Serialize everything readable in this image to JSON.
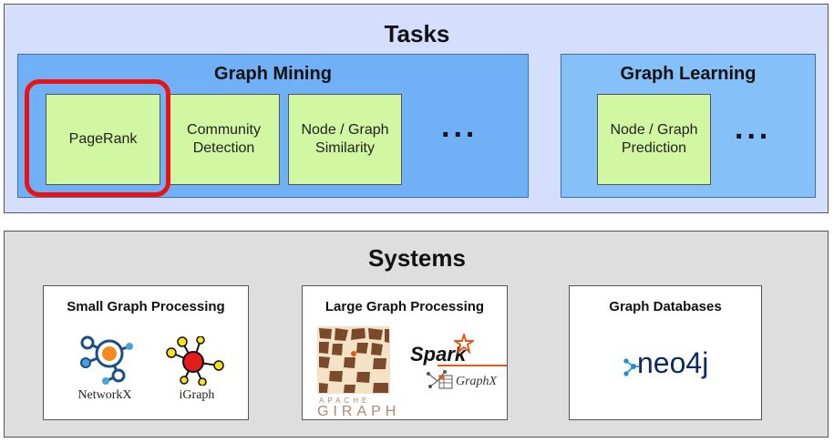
{
  "tasks": {
    "title": "Tasks",
    "graph_mining": {
      "title": "Graph Mining",
      "items": [
        "PageRank",
        "Community\nDetection",
        "Node / Graph\nSimilarity"
      ],
      "ellipsis": "..."
    },
    "graph_learning": {
      "title": "Graph Learning",
      "items": [
        "Node / Graph\nPrediction"
      ],
      "ellipsis": "..."
    }
  },
  "systems": {
    "title": "Systems",
    "small": {
      "title": "Small Graph Processing",
      "logos": [
        {
          "label": "NetworkX",
          "icon": "networkx-logo-icon"
        },
        {
          "label": "iGraph",
          "icon": "igraph-logo-icon"
        }
      ]
    },
    "large": {
      "title": "Large Graph Processing",
      "giraph_small": "APACHE",
      "giraph_big": "GIRAPH",
      "spark": "Spark",
      "graphx": "GraphX"
    },
    "databases": {
      "title": "Graph Databases",
      "neo4j": "neo4j"
    }
  },
  "colors": {
    "tasks_bg": "#d5defd",
    "mining_bg": "#6fb0f6",
    "learning_bg": "#86c0f8",
    "task_box_bg": "#d2f7a3",
    "highlight": "#ee1111",
    "systems_bg": "#dedede"
  }
}
